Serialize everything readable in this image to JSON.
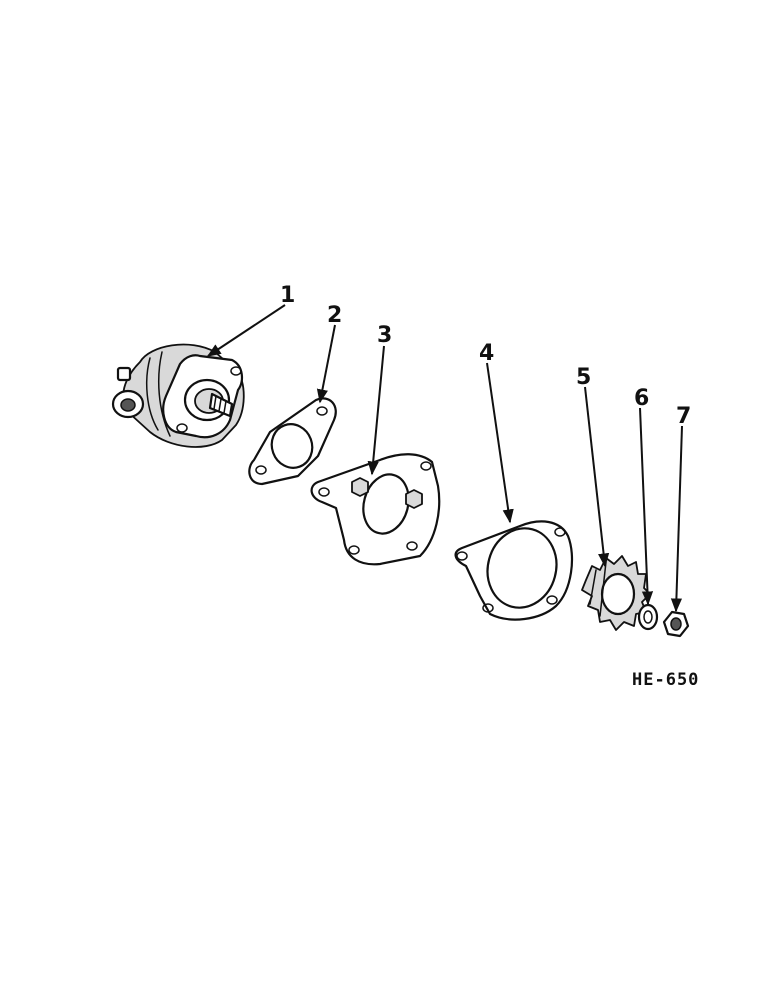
{
  "diagram": {
    "figure_code": "HE-650",
    "parts": [
      {
        "callout": "1",
        "shape": "gear-pump"
      },
      {
        "callout": "2",
        "shape": "flange-gasket"
      },
      {
        "callout": "3",
        "shape": "adapter-plate"
      },
      {
        "callout": "4",
        "shape": "mounting-gasket"
      },
      {
        "callout": "5",
        "shape": "spur-gear"
      },
      {
        "callout": "6",
        "shape": "lock-washer"
      },
      {
        "callout": "7",
        "shape": "hex-nut"
      }
    ]
  }
}
